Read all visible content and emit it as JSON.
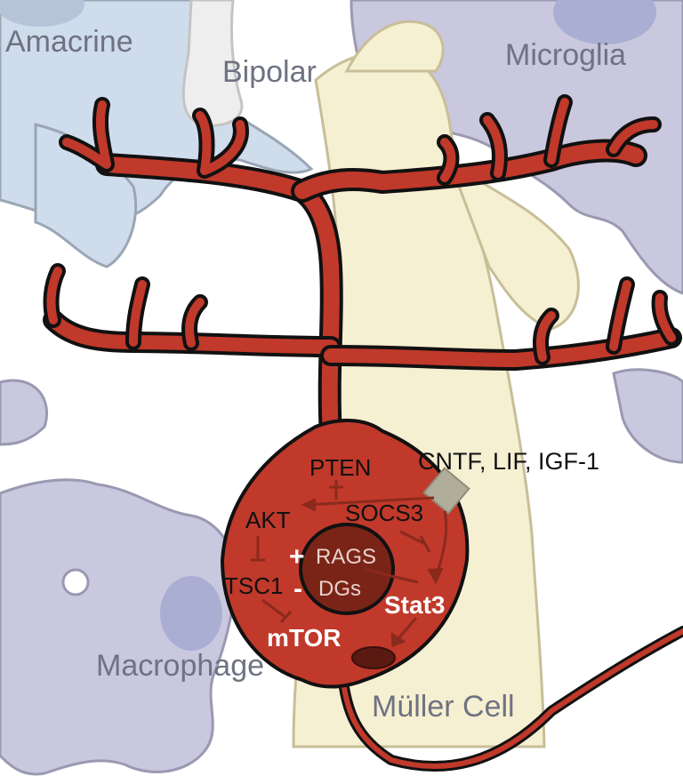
{
  "cells": {
    "amacrine": "Amacrine",
    "bipolar": "Bipolar",
    "microglia": "Microglia",
    "macrophage": "Macrophage",
    "muller": "Müller Cell"
  },
  "factors": "CNTF, LIF, IGF-1",
  "molecules": {
    "pten": "PTEN",
    "akt": "AKT",
    "socs3": "SOCS3",
    "tsc1": "TSC1",
    "stat3": "Stat3",
    "mtor": "mTOR",
    "rags": "RAGS",
    "dgs": "DGs",
    "plus": "+",
    "minus": "-"
  },
  "colors": {
    "neuron": "#c0392b",
    "nucleus": "#7a2418",
    "muller": "#f6f0d2",
    "glia": "#c9c8de",
    "amacrine": "#cfdcec",
    "arrow": "#8a2a1c",
    "receptor": "#b0ad9a"
  }
}
